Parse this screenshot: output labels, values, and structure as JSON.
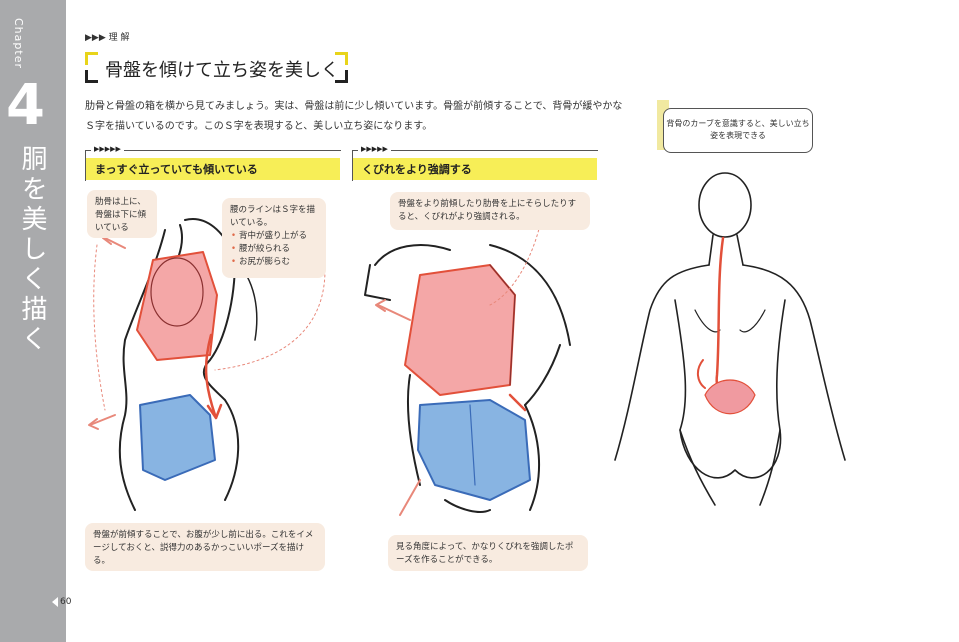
{
  "sidebar": {
    "chapter_word": "Chapter",
    "chapter_number": "4",
    "title": "胴を美しく描く",
    "page_number": "60"
  },
  "header": {
    "kicker": "▶▶▶ 理 解",
    "title": "骨盤を傾けて立ち姿を美しく"
  },
  "intro": {
    "line1": "肋骨と骨盤の箱を横から見てみましょう。実は、骨盤は前に少し傾いています。骨盤が前傾することで、背骨が緩やかなＳ字を描いているのです。このＳ字を表現すると、美しい立ち姿になります。"
  },
  "section1": {
    "arrows": "▶▶▶▶▶",
    "heading": "まっすぐ立っていても傾いている",
    "note_rib": "肋骨は上に、骨盤は下に傾いている",
    "note_waist_title": "腰のラインはＳ字を描いている。",
    "note_waist_items": [
      "背中が盛り上がる",
      "腰が絞られる",
      "お尻が膨らむ"
    ],
    "note_bottom": "骨盤が前傾することで、お腹が少し前に出る。これをイメージしておくと、説得力のあるかっこいいポーズを描ける。"
  },
  "section2": {
    "arrows": "▶▶▶▶▶",
    "heading": "くびれをより強調する",
    "note_top": "骨盤をより前傾したり肋骨を上にそらしたりすると、くびれがより強調される。",
    "note_bottom": "見る角度によって、かなりくびれを強調したポーズを作ることができる。"
  },
  "back_figure": {
    "bubble": "背骨のカーブを意識すると、美しい立ち姿を表現できる"
  },
  "colors": {
    "sidebar": "#a9aaac",
    "highlight": "#f7ee57",
    "note_bg": "#f8ebe0",
    "rib_fill": "#f4a7a7",
    "pelvis_fill": "#88b4e2",
    "accent_red": "#e2503a"
  }
}
